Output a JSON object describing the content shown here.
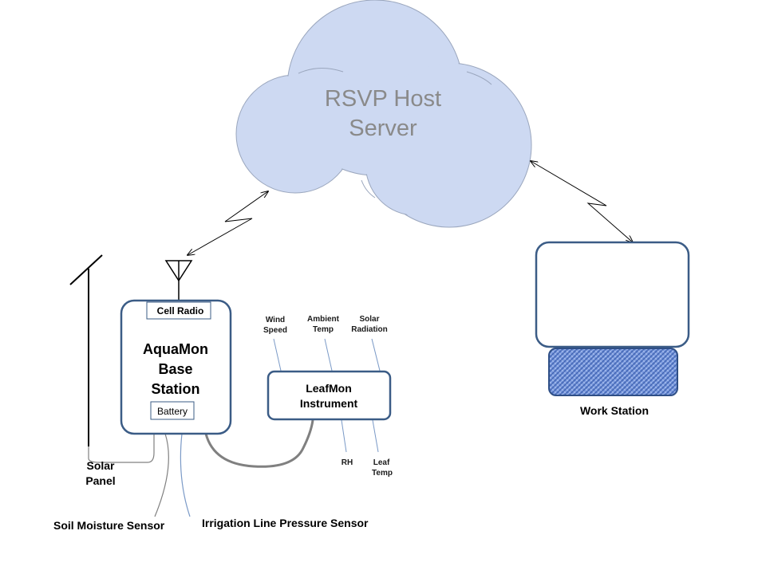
{
  "server": {
    "line1": "RSVP Host",
    "line2": "Server"
  },
  "base_station": {
    "cell_radio": "Cell Radio",
    "title_line1": "AquaMon",
    "title_line2": "Base",
    "title_line3": "Station",
    "battery": "Battery"
  },
  "leafmon": {
    "line1": "LeafMon",
    "line2": "Instrument"
  },
  "sensors": {
    "wind_line1": "Wind",
    "wind_line2": "Speed",
    "ambient_line1": "Ambient",
    "ambient_line2": "Temp",
    "solar_rad_line1": "Solar",
    "solar_rad_line2": "Radiation",
    "rh": "RH",
    "leaf_line1": "Leaf",
    "leaf_line2": "Temp"
  },
  "solar_panel": {
    "line1": "Solar",
    "line2": "Panel"
  },
  "soil_moisture": "Soil Moisture Sensor",
  "irrigation": "Irrigation Line Pressure Sensor",
  "workstation": {
    "label": "Work Station"
  },
  "colors": {
    "cloud_fill": "#cdd9f2",
    "cloud_stroke": "#9aa6bd",
    "box_stroke": "#3b5c86",
    "keyboard_fill": "#4f74c4",
    "cable_gray": "#808080",
    "sensor_line": "#7b9ac7"
  }
}
